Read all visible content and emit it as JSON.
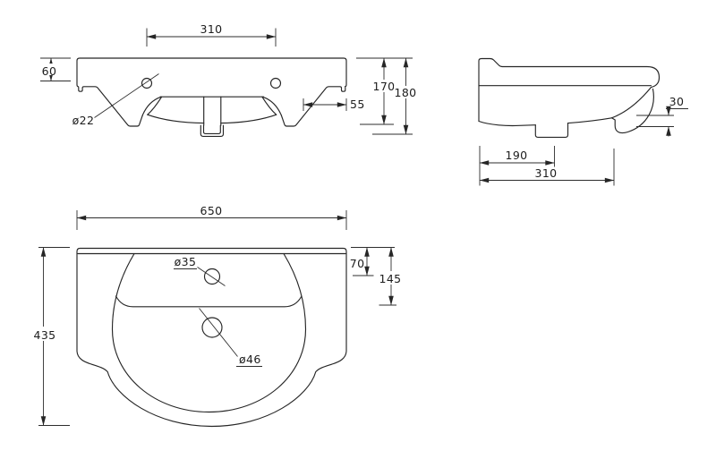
{
  "drawing": {
    "type": "basin-technical-drawing",
    "line_color": "#262626",
    "background": "#ffffff",
    "front_view": {
      "tap_hole_spacing": "310",
      "ledge_height": "60",
      "tap_hole_diameter": "ø22",
      "overhang": "55",
      "height_to_bowl": "170",
      "overall_height": "180"
    },
    "side_view": {
      "apron_lip": "30",
      "waste_offset": "190",
      "overall_depth": "310"
    },
    "plan_view": {
      "overall_width": "650",
      "tap_hole_diameter": "ø35",
      "tap_hole_offset": "70",
      "bowl_back_offset": "145",
      "waste_hole_diameter": "ø46",
      "overall_depth": "435"
    }
  }
}
